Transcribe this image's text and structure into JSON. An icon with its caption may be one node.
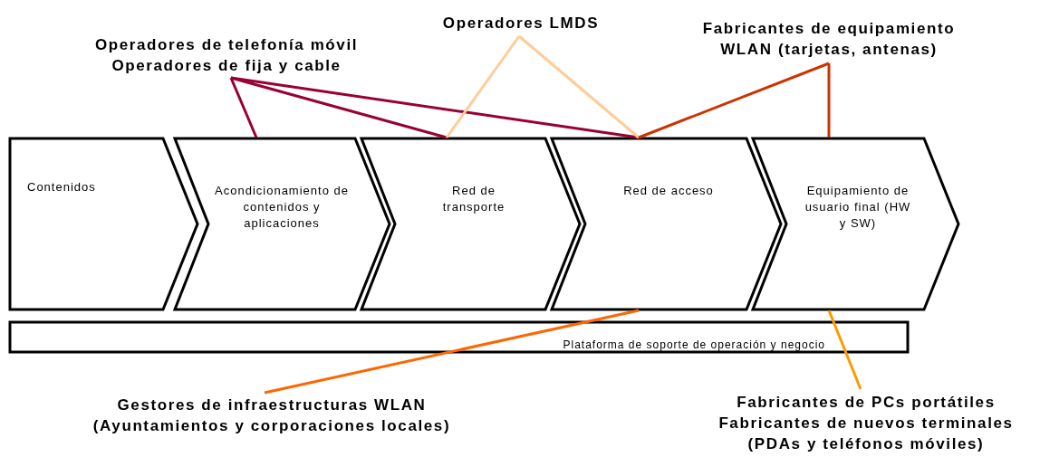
{
  "diagram": {
    "nodes": [
      {
        "text": [
          "Contenidos"
        ]
      },
      {
        "text": [
          "Acondicionamiento de contenidos y aplicaciones"
        ]
      },
      {
        "text": [
          "Red de transporte"
        ]
      },
      {
        "text": [
          "Red de acceso"
        ]
      },
      {
        "text": [
          "Equipamiento de usuario final (HW y SW)"
        ]
      },
      {
        "text": [
          "Plataforma de soporte de operación y negocio"
        ]
      },
      {
        "text": [
          "Operadores de telefonía móvil",
          "Operadores de fija y cable"
        ]
      },
      {
        "text": [
          "Operadores LMDS"
        ]
      },
      {
        "text": [
          "Fabricantes de equipamiento WLAN (tarjetas, antenas)"
        ]
      },
      {
        "text": [
          "Gestores de infraestructuras WLAN",
          "(Ayuntamientos y corporaciones locales)"
        ]
      },
      {
        "text": [
          "Fabricantes de PCs portátiles",
          "Fabricantes de nuevos terminales (PDAs y teléfonos móviles)"
        ]
      }
    ],
    "edges": [
      {
        "from": 6,
        "to": 1,
        "arrow": "none",
        "color": "#990033"
      },
      {
        "from": 6,
        "to": 2,
        "arrow": "none",
        "color": "#990033"
      },
      {
        "from": 6,
        "to": 3,
        "arrow": "none",
        "color": "#990033"
      },
      {
        "from": 7,
        "to": 2,
        "arrow": "none",
        "color": "#ffcc99"
      },
      {
        "from": 7,
        "to": 3,
        "arrow": "none",
        "color": "#ffcc99"
      },
      {
        "from": 8,
        "to": 3,
        "arrow": "none",
        "color": "#cc3300"
      },
      {
        "from": 8,
        "to": 4,
        "arrow": "none",
        "color": "#cc3300"
      },
      {
        "from": 9,
        "to": 3,
        "arrow": "none",
        "color": "#ff6600"
      },
      {
        "from": 10,
        "to": 4,
        "arrow": "none",
        "color": "#ff9900"
      }
    ]
  }
}
